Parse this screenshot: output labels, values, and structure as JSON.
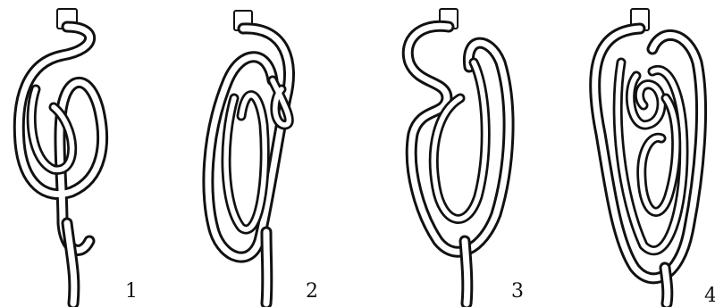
{
  "figure": {
    "panels": [
      {
        "id": "1",
        "label": "1"
      },
      {
        "id": "2",
        "label": "2"
      },
      {
        "id": "3",
        "label": "3"
      },
      {
        "id": "4",
        "label": "4"
      }
    ]
  },
  "colors": {
    "ink": "#111111",
    "paper": "#ffffff"
  }
}
